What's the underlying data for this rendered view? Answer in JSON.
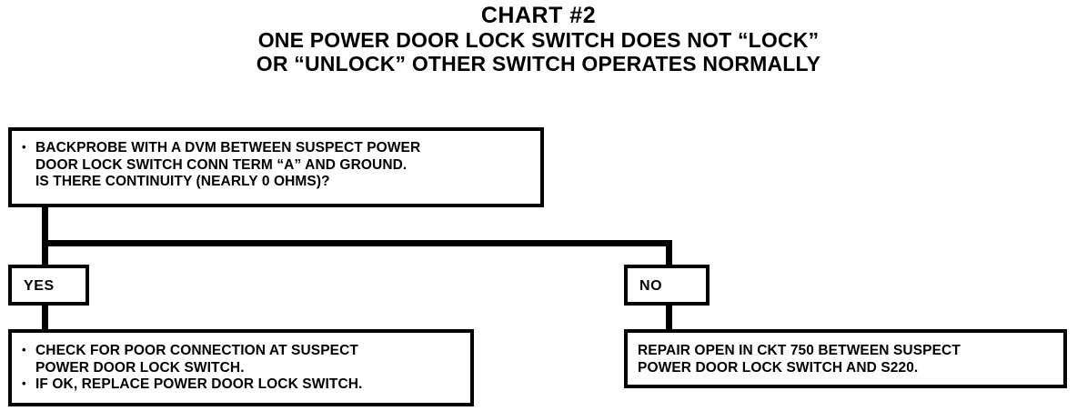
{
  "title": {
    "main": "CHART #2",
    "line1": "ONE POWER DOOR LOCK SWITCH DOES NOT “LOCK”",
    "line2": "OR “UNLOCK” OTHER SWITCH OPERATES NORMALLY"
  },
  "question_box": {
    "line1": "BACKPROBE WITH A DVM BETWEEN SUSPECT POWER",
    "line2": "DOOR LOCK SWITCH CONN TERM “A” AND GROUND.",
    "line3": "IS THERE CONTINUITY (NEARLY 0 OHMS)?"
  },
  "branches": {
    "yes_label": "YES",
    "no_label": "NO"
  },
  "yes_result": {
    "line1": "CHECK FOR POOR CONNECTION AT SUSPECT",
    "line2": "POWER DOOR LOCK SWITCH.",
    "line3": "IF OK, REPLACE POWER DOOR LOCK SWITCH."
  },
  "no_result": {
    "line1": "REPAIR OPEN IN CKT 750 BETWEEN SUSPECT",
    "line2": "POWER DOOR LOCK SWITCH AND S220."
  },
  "colors": {
    "ink": "#000000",
    "paper": "#ffffff"
  }
}
